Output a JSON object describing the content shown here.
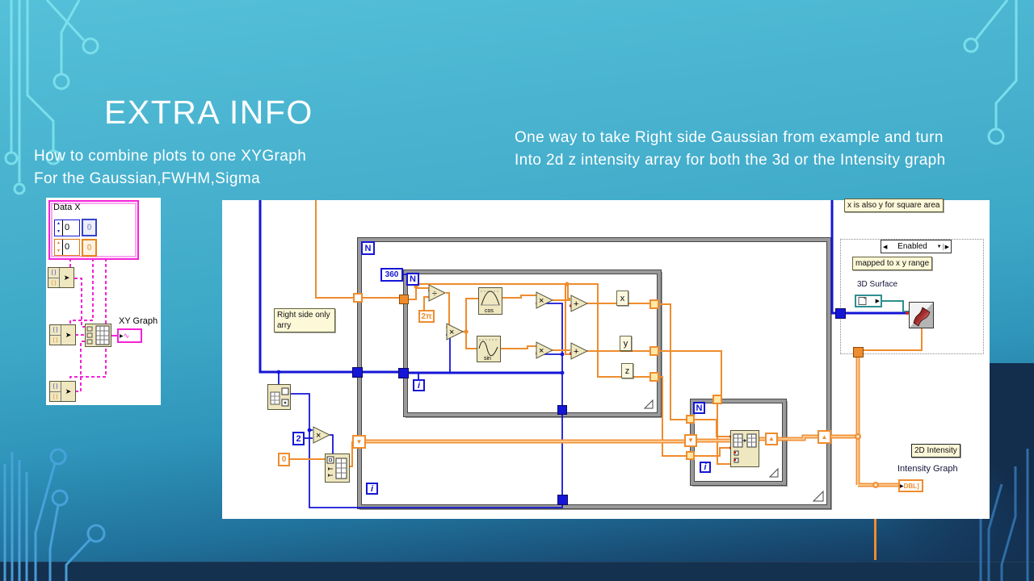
{
  "slide": {
    "title": "EXTRA INFO",
    "left_note": [
      "How to combine plots to one XYGraph",
      "For the Gaussian,FWHM,Sigma"
    ],
    "right_note": [
      "One way to take Right side Gaussian from example and turn",
      "Into 2d z intensity array for both the 3d or the Intensity graph"
    ]
  },
  "icons": {
    "left_arrow": "◀",
    "right_arrow": "▶",
    "down_arrow": "▼",
    "up_arrow": "▲",
    "spin_up": "▲",
    "spin_down": "▼",
    "wave": "∿"
  },
  "xy_panel": {
    "cluster_label": "Data X",
    "x_value": "0",
    "x_display": "0",
    "y_value": "0",
    "y_display": "0",
    "graph_label": "XY Graph"
  },
  "main_panel": {
    "labels": {
      "right_side_only": "Right side only arry",
      "square_area": "x is also y for square area",
      "mapped_range": "mapped to x y range",
      "surface_3d": "3D Surface",
      "intensity_2d": "2D Intensity",
      "intensity_graph": "Intensity Graph"
    },
    "selector_value": "Enabled",
    "terminal_dbl": "DBL]",
    "constants": {
      "count": "360",
      "two_pi": "2π",
      "two": "2",
      "zero": "0"
    },
    "loop": {
      "count": "N",
      "iteration": "i"
    },
    "ops": {
      "divide": "÷",
      "multiply": "×",
      "add": "+"
    },
    "fn": {
      "cos": "cos",
      "sin": "sin"
    },
    "axes": {
      "x": "x",
      "y": "y",
      "z": "z"
    }
  },
  "colors": {
    "wire_orange": "#ef8c2d",
    "wire_blue": "#1516d6",
    "magenta": "#f522d8",
    "teal_wire": "#2f8f8f",
    "circuit_cyan": "#7ee2ee",
    "circuit_blue": "#4aa3dc"
  }
}
